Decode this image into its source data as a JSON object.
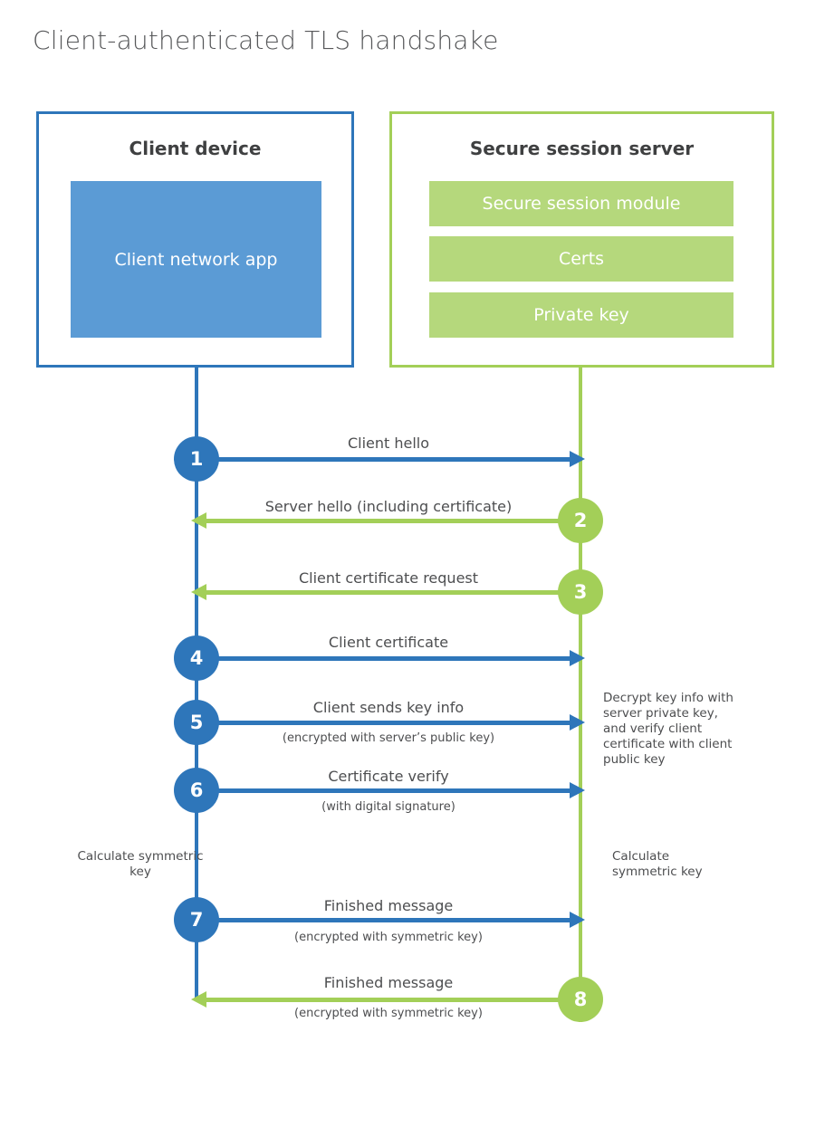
{
  "title": "Client-authenticated TLS handshake",
  "client": {
    "title": "Client device",
    "app_label": "Client network app"
  },
  "server": {
    "title": "Secure session server",
    "modules": [
      {
        "label": "Secure session module"
      },
      {
        "label": "Certs"
      },
      {
        "label": "Private key"
      }
    ]
  },
  "messages": [
    {
      "num": "1",
      "label": "Client hello",
      "sublabel": "",
      "direction": "right",
      "color": "blue"
    },
    {
      "num": "2",
      "label": "Server hello (including certificate)",
      "sublabel": "",
      "direction": "left",
      "color": "green"
    },
    {
      "num": "3",
      "label": "Client certificate request",
      "sublabel": "",
      "direction": "left",
      "color": "green"
    },
    {
      "num": "4",
      "label": "Client certificate",
      "sublabel": "",
      "direction": "right",
      "color": "blue"
    },
    {
      "num": "5",
      "label": "Client sends key info",
      "sublabel": "(encrypted with server’s public key)",
      "direction": "right",
      "color": "blue"
    },
    {
      "num": "6",
      "label": "Certificate verify",
      "sublabel": "(with digital signature)",
      "direction": "right",
      "color": "blue"
    },
    {
      "num": "7",
      "label": "Finished message",
      "sublabel": "(encrypted with symmetric key)",
      "direction": "right",
      "color": "blue"
    },
    {
      "num": "8",
      "label": "Finished message",
      "sublabel": "(encrypted with symmetric key)",
      "direction": "left",
      "color": "green"
    }
  ],
  "notes": {
    "decrypt": "Decrypt key info with server private key, and verify client certificate with client public key",
    "calc_left": "Calculate symmetric key",
    "calc_right": "Calculate symmetric key"
  },
  "colors": {
    "blue": "#2e76ba",
    "light_blue": "#5b9bd5",
    "green": "#a3cf58",
    "light_green": "#b5d87c"
  }
}
